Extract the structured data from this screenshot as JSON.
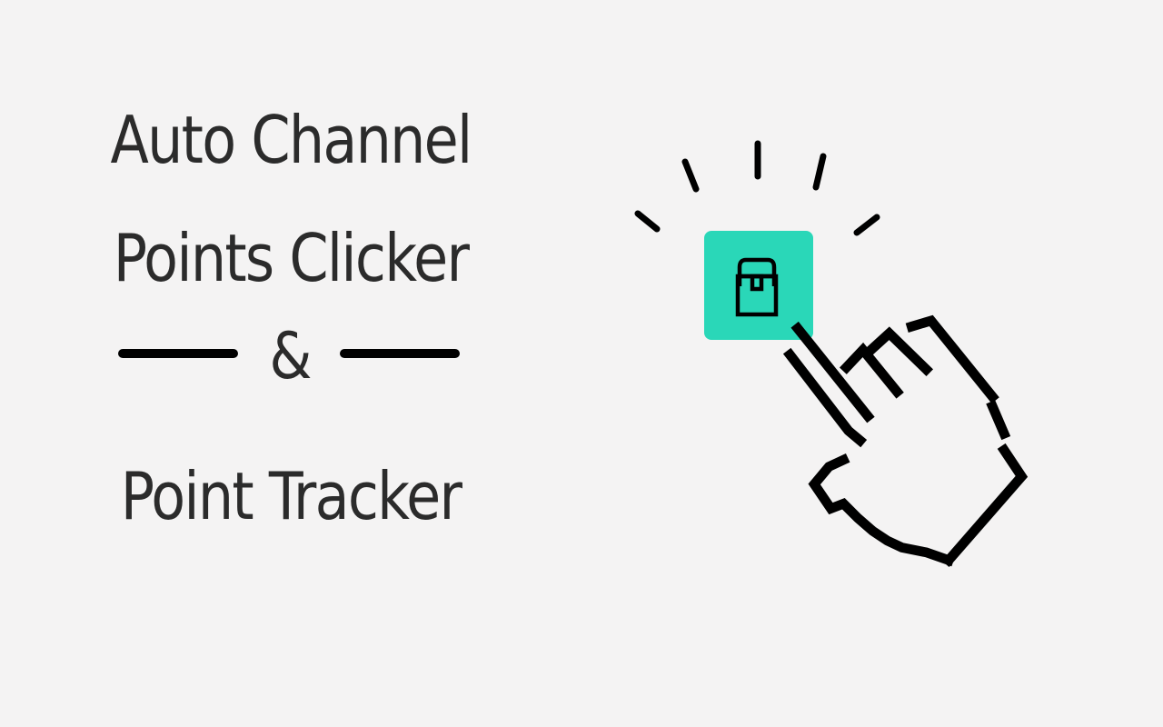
{
  "title": {
    "line1": "Auto Channel",
    "line2": "Points Clicker",
    "separator": "&",
    "line3": "Point Tracker"
  },
  "graphic": {
    "button_icon": "treasure-chest-icon",
    "cursor_icon": "pointing-hand-cursor-icon",
    "rays_icon": "click-burst-rays",
    "accent_color": "#2ad7b8"
  },
  "colors": {
    "background": "#f4f3f3",
    "text": "#2b2b2b",
    "lines": "#000000"
  }
}
